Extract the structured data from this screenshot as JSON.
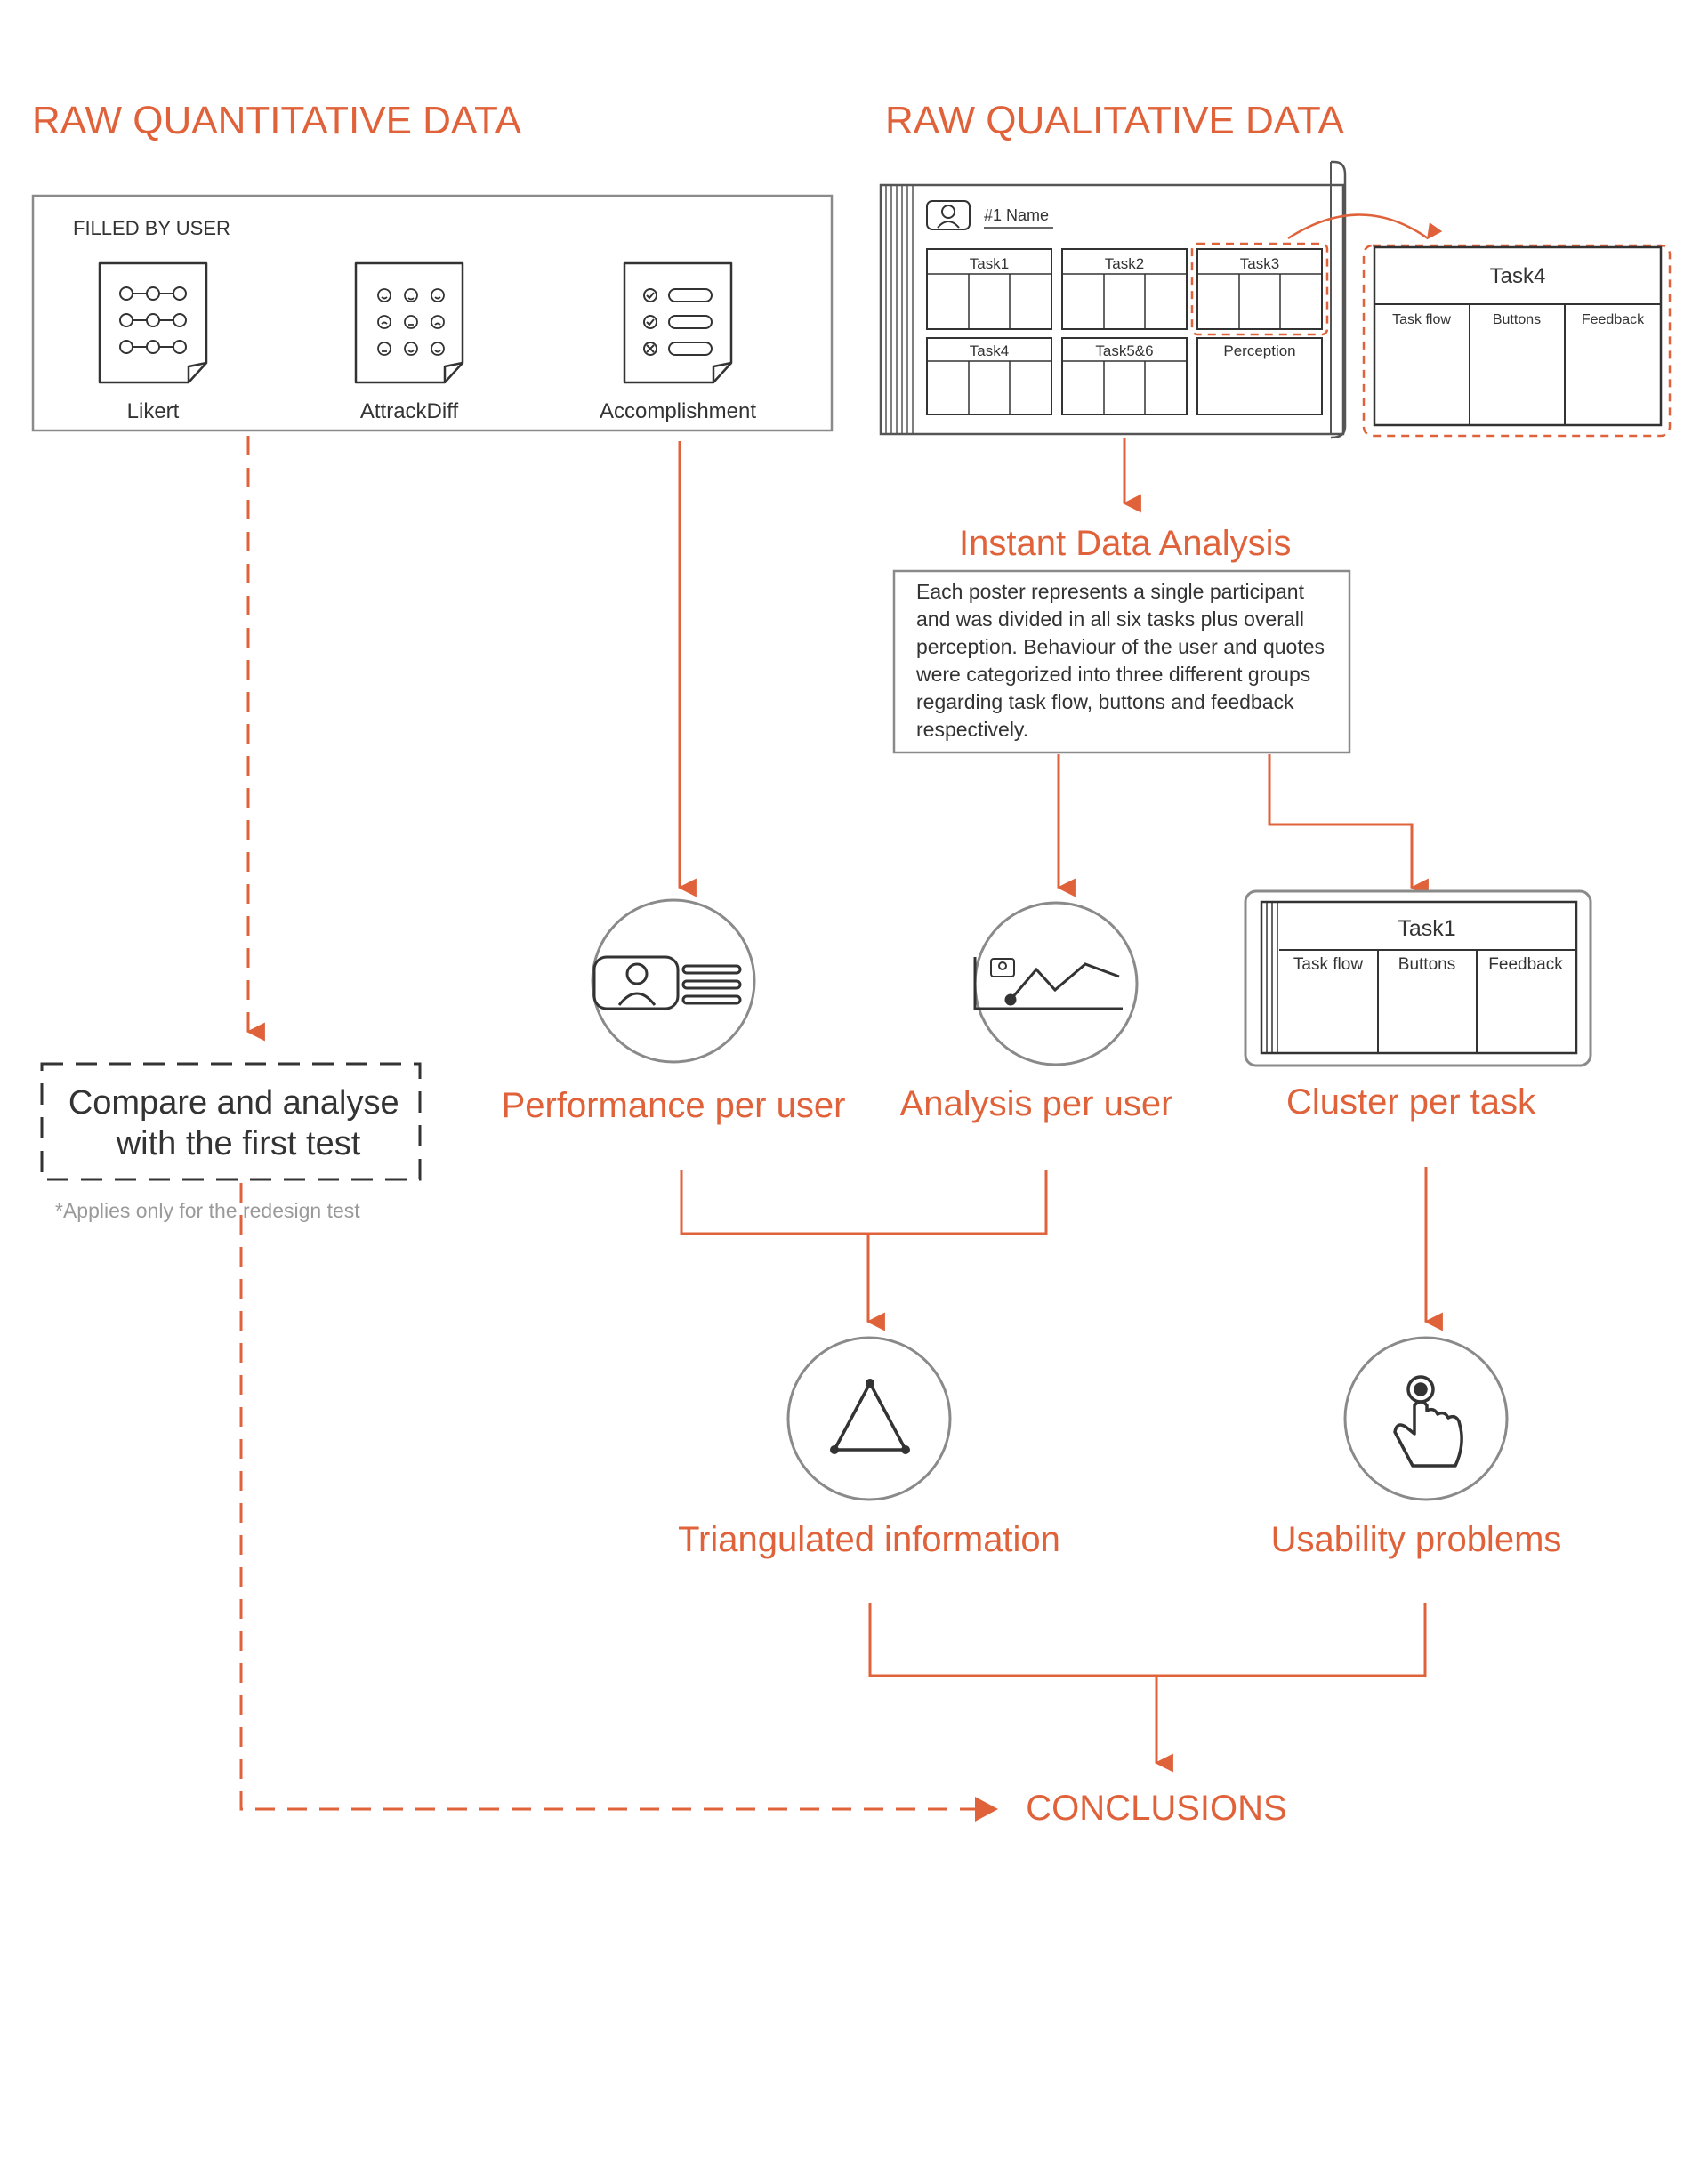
{
  "headings": {
    "quantitative": "RAW QUANTITATIVE DATA",
    "qualitative": "RAW QUALITATIVE DATA"
  },
  "quant_box": {
    "label": "FILLED BY USER",
    "docs": [
      "Likert",
      "AttrackDiff",
      "Accomplishment"
    ]
  },
  "poster": {
    "name": "#1 Name",
    "tasks": [
      "Task1",
      "Task2",
      "Task3",
      "Task4",
      "Task5&6",
      "Perception"
    ]
  },
  "zoom_task": {
    "title": "Task4",
    "columns": [
      "Task flow",
      "Buttons",
      "Feedback"
    ]
  },
  "instant": {
    "title": "Instant Data Analysis",
    "description_lines": [
      "Each poster represents a single participant",
      "and was divided in all six tasks plus overall",
      "perception. Behaviour of the user and quotes",
      "were categorized into three different groups",
      "regarding task flow, buttons and feedback",
      "respectively."
    ]
  },
  "compare": {
    "lines": [
      "Compare and analyse",
      "with the first test"
    ],
    "note": "*Applies only for the redesign test"
  },
  "nodes": {
    "performance": "Performance per user",
    "analysis": "Analysis per user",
    "cluster": "Cluster per task",
    "triangulated": "Triangulated information",
    "usability": "Usability problems"
  },
  "cluster_card": {
    "title": "Task1",
    "columns": [
      "Task flow",
      "Buttons",
      "Feedback"
    ]
  },
  "conclusions": "CONCLUSIONS",
  "colors": {
    "accent": "#e0623a",
    "line": "#333333",
    "muted": "#9a9a9a"
  },
  "icons": [
    "document-icon",
    "user-card-icon",
    "line-chart-icon",
    "triangle-icon",
    "hand-pointer-icon"
  ]
}
